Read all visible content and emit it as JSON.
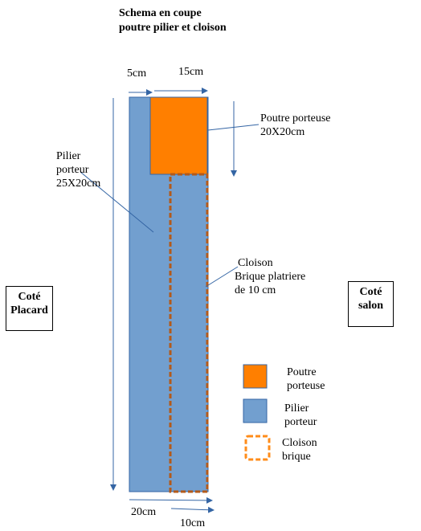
{
  "title": {
    "line1": "Schema en coupe",
    "line2": "poutre pilier et cloison"
  },
  "dimensions": {
    "top_left": "5cm",
    "top_right": "15cm",
    "bottom_left": "20cm",
    "bottom_right": "10cm"
  },
  "labels": {
    "poutre": {
      "line1": "Poutre porteuse",
      "line2": "20X20cm"
    },
    "pilier": {
      "line1": "Pilier",
      "line2": "porteur",
      "line3": "25X20cm"
    },
    "cloison": {
      "line1": "Cloison",
      "line2": "Brique platriere",
      "line3": "de 10 cm"
    }
  },
  "sides": {
    "left": {
      "line1": "Coté",
      "line2": "Placard"
    },
    "right": {
      "line1": "Coté",
      "line2": "salon"
    }
  },
  "legend": {
    "poutre": {
      "line1": "Poutre",
      "line2": "porteuse"
    },
    "pilier": {
      "line1": "Pilier",
      "line2": "porteur"
    },
    "cloison": {
      "line1": "Cloison",
      "line2": "brique"
    }
  },
  "colors": {
    "poutre": "#ff7f00",
    "pilier": "#729fcf",
    "cloison_dashed_diagram": "#b35a1a",
    "cloison_dashed_legend": "#ff8c1a",
    "lines": "#3465a4"
  }
}
